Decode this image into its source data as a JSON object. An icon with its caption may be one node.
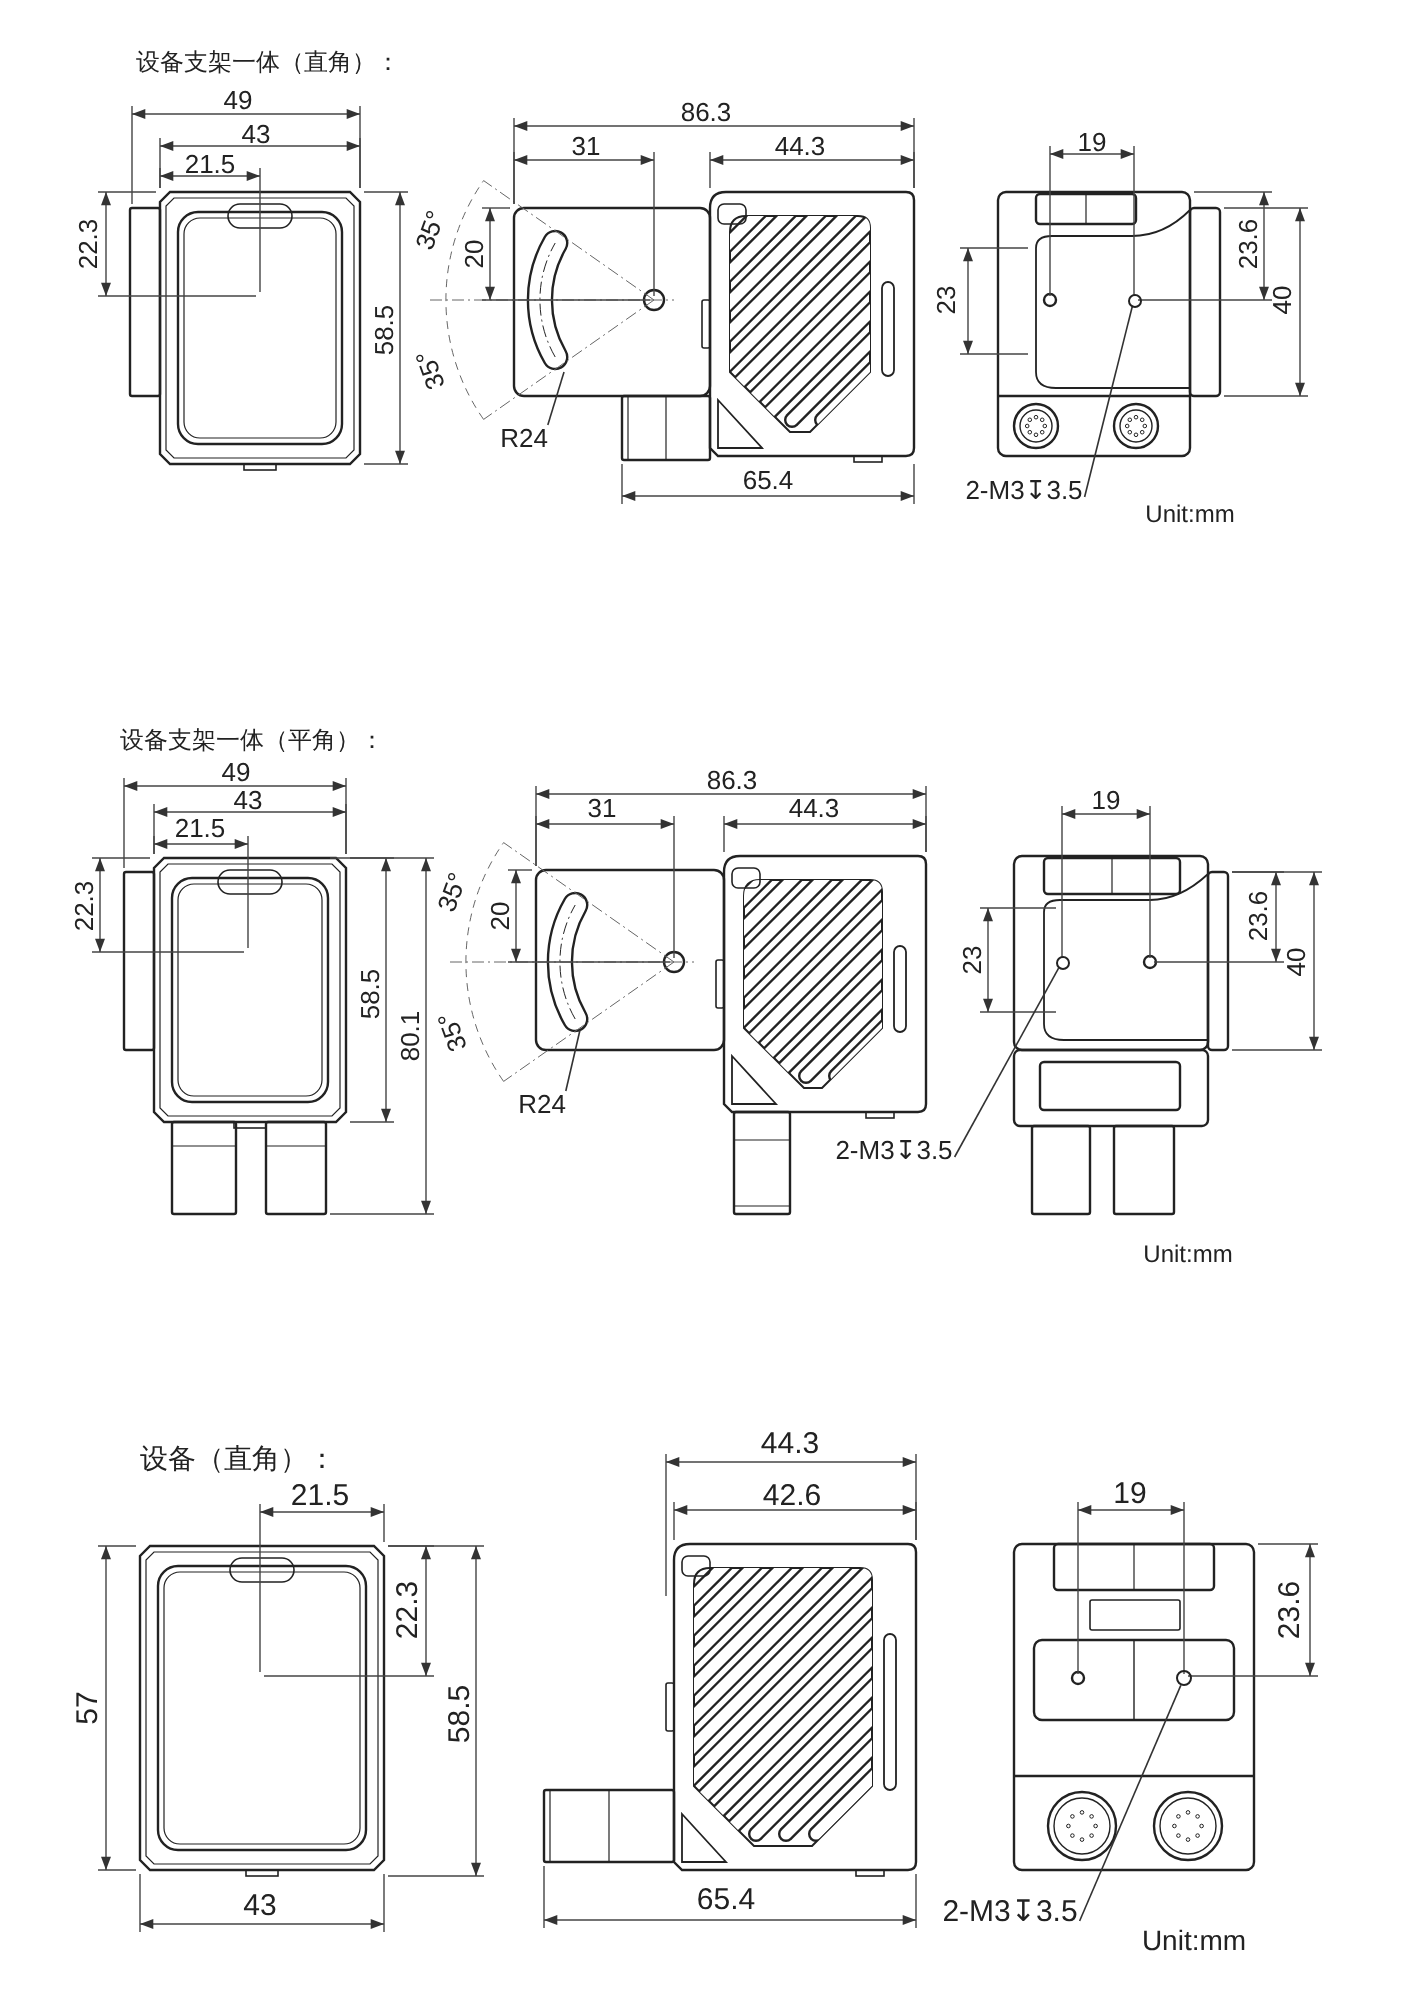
{
  "diagram": {
    "nodes": [
      {
        "text": [
          "R24"
        ]
      },
      {
        "text": [
          "2-M3↧3.5"
        ]
      },
      {
        "text": [],
        "shape": "circle"
      },
      {
        "text": [
          "R24"
        ]
      },
      {
        "text": [
          "2-M3↧3.5"
        ]
      },
      {
        "text": [],
        "shape": "circle"
      },
      {
        "text": [
          "2-M3↧3.5"
        ]
      },
      {
        "text": [],
        "shape": "circle"
      }
    ],
    "edges": [
      {
        "from": 0,
        "to": null,
        "arrow": "none"
      },
      {
        "from": 1,
        "to": 2,
        "arrow": "none"
      },
      {
        "from": 3,
        "to": null,
        "arrow": "none"
      },
      {
        "from": 4,
        "to": 5,
        "arrow": "none"
      },
      {
        "from": 6,
        "to": 7,
        "arrow": "none"
      }
    ],
    "labels": [
      "设备支架一体（直角）：",
      "49",
      "43",
      "21.5",
      "22.3",
      "58.5",
      "86.3",
      "31",
      "44.3",
      "35°",
      "20",
      "35°",
      "65.4",
      "19",
      "23",
      "23.6",
      "40",
      "Unit:mm",
      "设备支架一体（平角）：",
      "49",
      "43",
      "21.5",
      "22.3",
      "58.5",
      "80.1",
      "86.3",
      "31",
      "44.3",
      "35°",
      "20",
      "35°",
      "19",
      "23",
      "23.6",
      "40",
      "Unit:mm",
      "设备（直角）：",
      "21.5",
      "22.3",
      "57",
      "58.5",
      "43",
      "44.3",
      "42.6",
      "65.4",
      "19",
      "23.6",
      "Unit:mm"
    ]
  }
}
